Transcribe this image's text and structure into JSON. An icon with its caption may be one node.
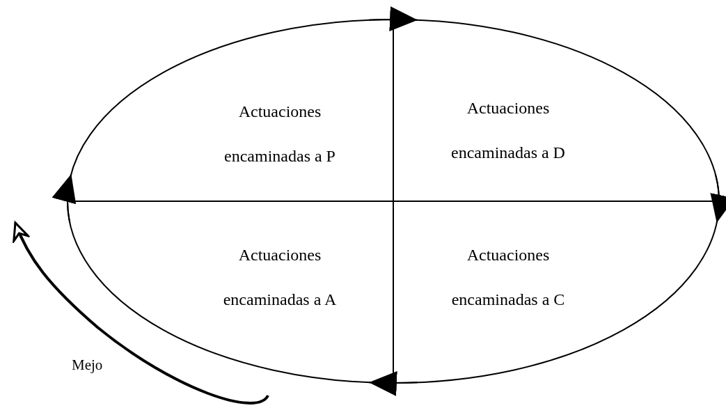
{
  "diagram": {
    "nodes": [
      {
        "text": [
          "Actuaciones encaminadas a P"
        ]
      },
      {
        "text": [
          "Actuaciones encaminadas a D"
        ]
      },
      {
        "text": [
          "Actuaciones encaminadas a A"
        ]
      },
      {
        "text": [
          "Actuaciones encaminadas a C"
        ]
      }
    ],
    "edges": [
      {
        "from": 0,
        "to": 1,
        "arrow": "to"
      },
      {
        "from": 1,
        "to": 3,
        "arrow": "to"
      },
      {
        "from": 3,
        "to": 2,
        "arrow": "to"
      },
      {
        "from": 2,
        "to": 0,
        "arrow": "to"
      }
    ],
    "labels": [
      "Mejo"
    ]
  }
}
